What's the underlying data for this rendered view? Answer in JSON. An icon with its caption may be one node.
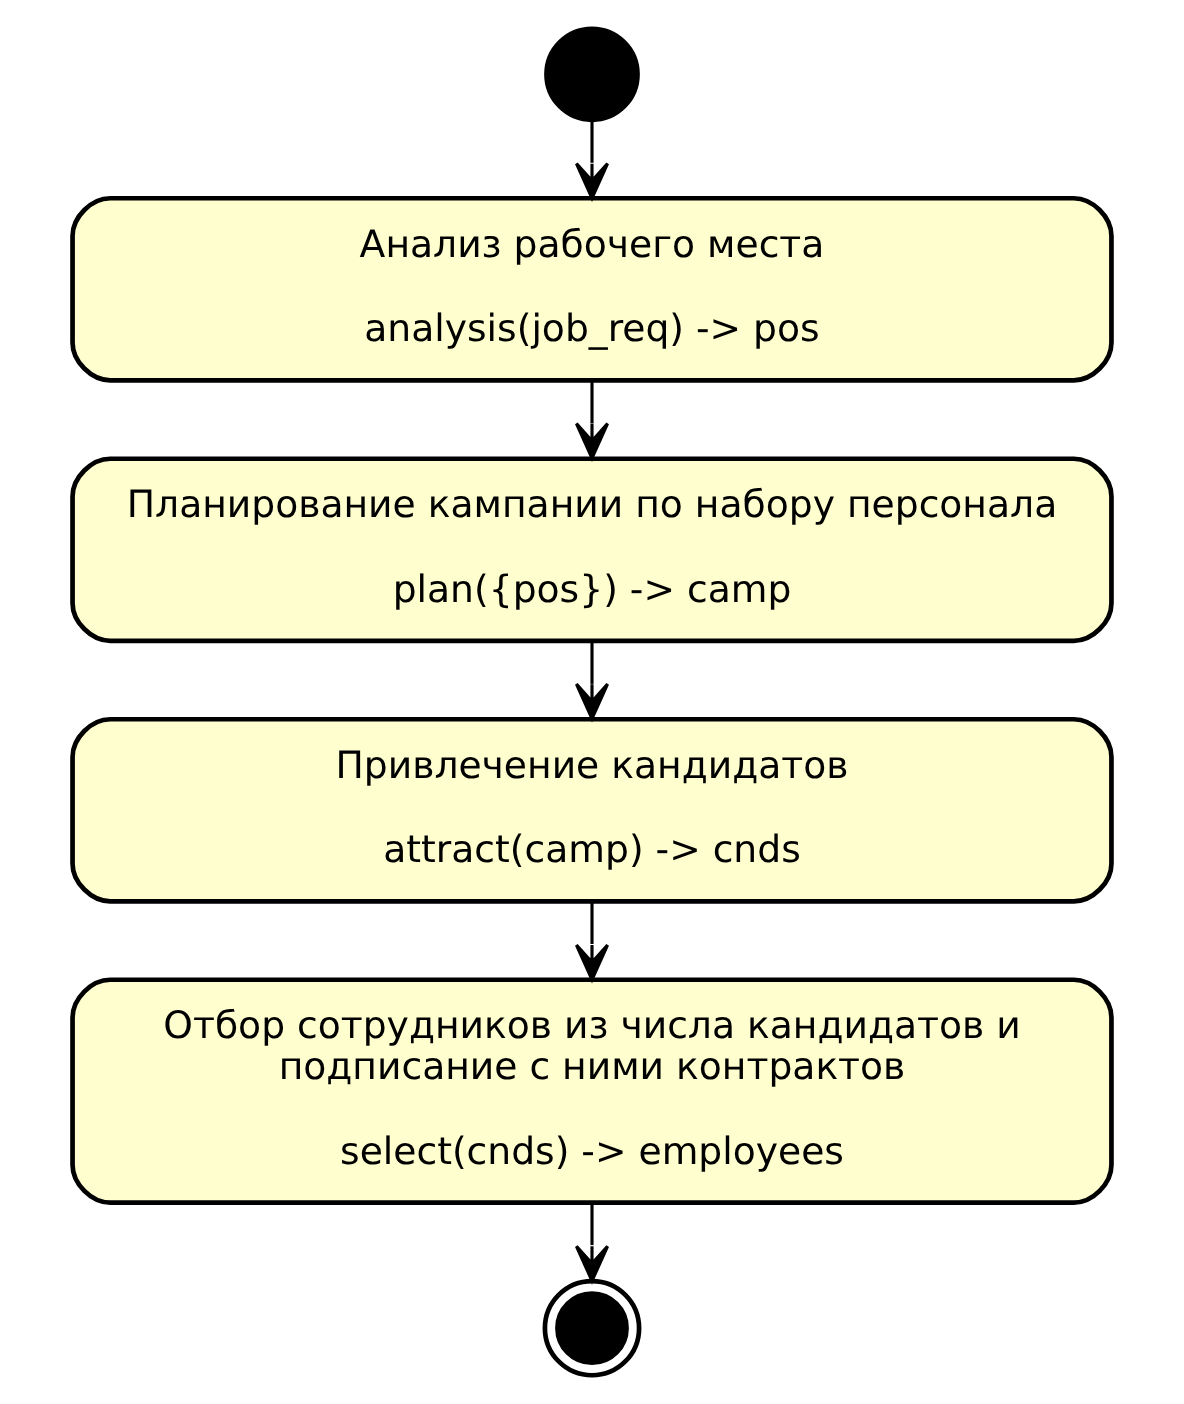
{
  "diagram": {
    "nodes": [
      {
        "text": [],
        "shape": "circle"
      },
      {
        "text": [
          "Анализ рабочего места",
          "analysis(job_req) -> pos"
        ]
      },
      {
        "text": [
          "Планирование кампании по набору персонала",
          "plan({pos}) -> camp"
        ]
      },
      {
        "text": [
          "Привлечение кандидатов",
          "attract(camp) -> cnds"
        ]
      },
      {
        "text": [
          "Отбор сотрудников из числа кандидатов и подписание с ними контрактов",
          "select(cnds) -> employees"
        ]
      },
      {
        "text": [],
        "shape": "bullseye"
      }
    ],
    "edges": [
      {
        "from": 0,
        "to": 1,
        "arrow": "to"
      },
      {
        "from": 1,
        "to": 2,
        "arrow": "to"
      },
      {
        "from": 2,
        "to": 3,
        "arrow": "to"
      },
      {
        "from": 3,
        "to": 4,
        "arrow": "to"
      },
      {
        "from": 4,
        "to": 5,
        "arrow": "to"
      }
    ]
  }
}
